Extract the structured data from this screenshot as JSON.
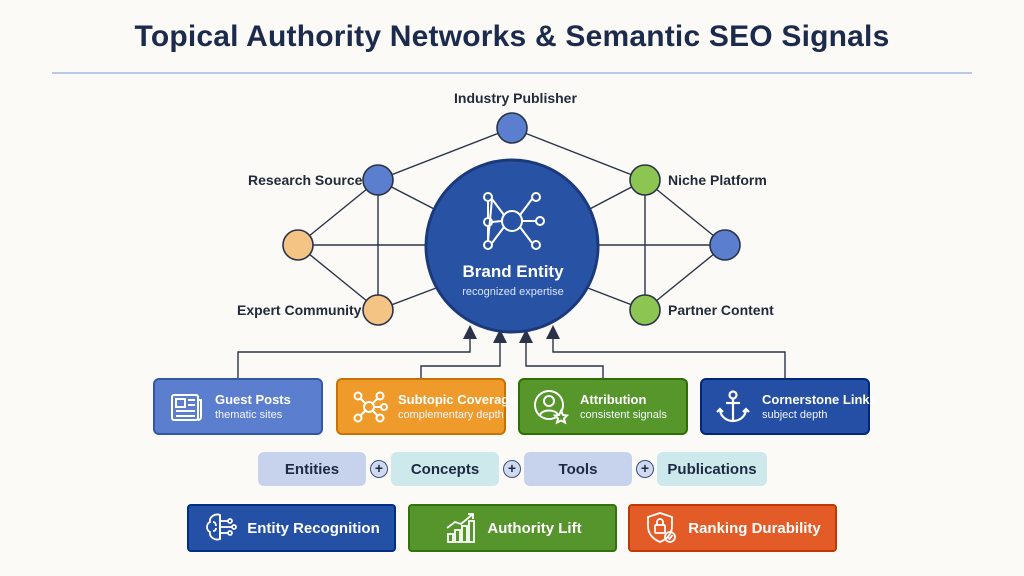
{
  "title": "Topical Authority Networks & Semantic SEO Signals",
  "hub": {
    "title": "Brand Entity",
    "subtitle": "recognized expertise"
  },
  "nodes": [
    {
      "label": "Industry Publisher",
      "color": "#5b7fce"
    },
    {
      "label": "Research Source",
      "color": "#5b7fce"
    },
    {
      "label": "Niche Platform",
      "color": "#8dc552"
    },
    {
      "label": "Expert Community",
      "color": "#f3c483"
    },
    {
      "label": "Partner Content",
      "color": "#8dc552"
    },
    {
      "label": "",
      "color": "#f3c483"
    },
    {
      "label": "",
      "color": "#5b7fce"
    }
  ],
  "cards": [
    {
      "title": "Guest Posts",
      "subtitle": "thematic sites",
      "icon": "newspaper-icon",
      "color": "#5b7fce"
    },
    {
      "title": "Subtopic Coverage",
      "subtitle": "complementary depth",
      "icon": "network-icon",
      "color": "#ef9b2b"
    },
    {
      "title": "Attribution",
      "subtitle": "consistent signals",
      "icon": "user-star-icon",
      "color": "#56962a"
    },
    {
      "title": "Cornerstone Links",
      "subtitle": "subject depth",
      "icon": "anchor-icon",
      "color": "#254fa4"
    }
  ],
  "signals": [
    "Entities",
    "Concepts",
    "Tools",
    "Publications"
  ],
  "plus_sign": "+",
  "outcomes": [
    {
      "label": "Entity Recognition",
      "icon": "brain-circuit-icon",
      "color": "#2450a6"
    },
    {
      "label": "Authority Lift",
      "icon": "growth-chart-icon",
      "color": "#55952b"
    },
    {
      "label": "Ranking Durability",
      "icon": "shield-lock-icon",
      "color": "#e35b26"
    }
  ]
}
